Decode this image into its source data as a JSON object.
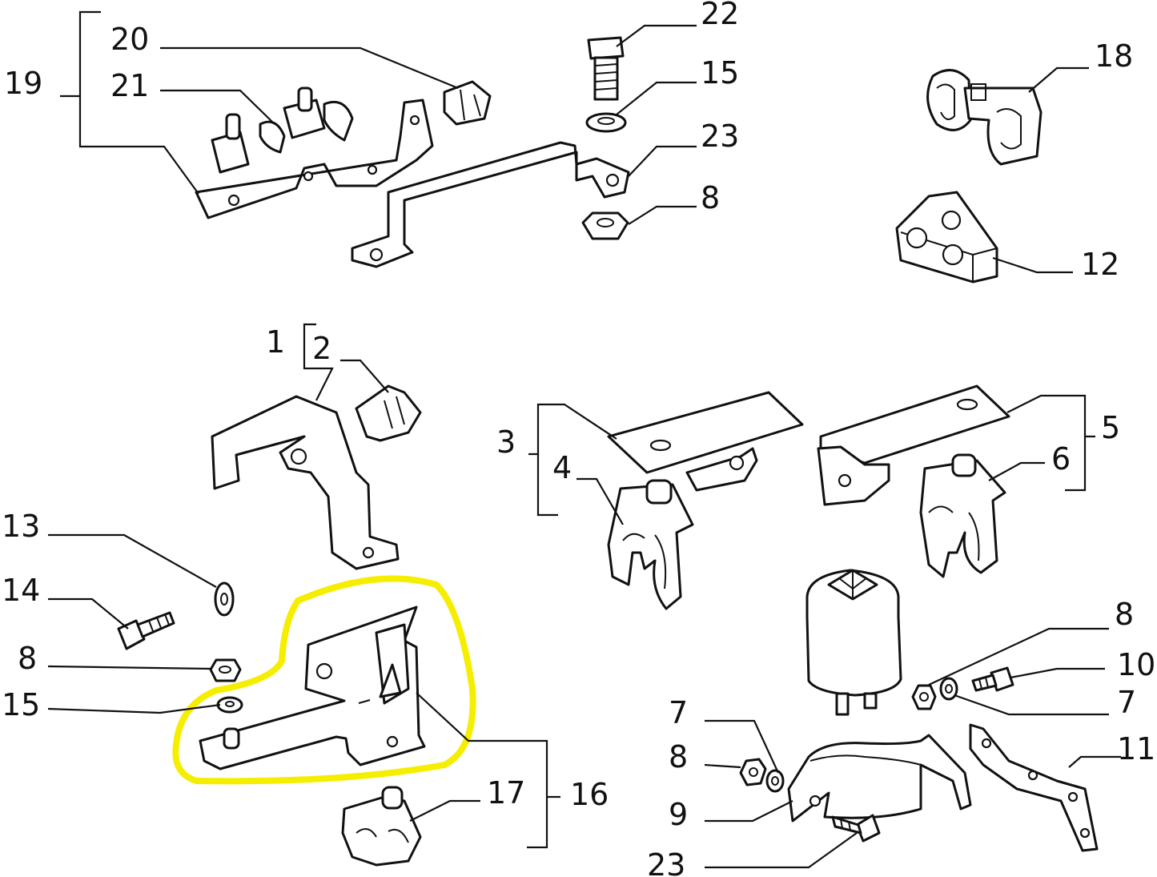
{
  "callouts": {
    "c1": "1",
    "c2": "2",
    "c3": "3",
    "c4": "4",
    "c5": "5",
    "c6": "6",
    "c7a": "7",
    "c7b": "7",
    "c8a": "8",
    "c8b": "8",
    "c8c": "8",
    "c8d": "8",
    "c9": "9",
    "c10": "10",
    "c11": "11",
    "c12": "12",
    "c13": "13",
    "c14": "14",
    "c15a": "15",
    "c15b": "15",
    "c16": "16",
    "c17": "17",
    "c18": "18",
    "c19": "19",
    "c20": "20",
    "c21": "21",
    "c22": "22",
    "c23a": "23",
    "c23b": "23"
  },
  "highlight": {
    "color": "#f5ee00",
    "target_part": "16"
  },
  "line_color": "#111111"
}
